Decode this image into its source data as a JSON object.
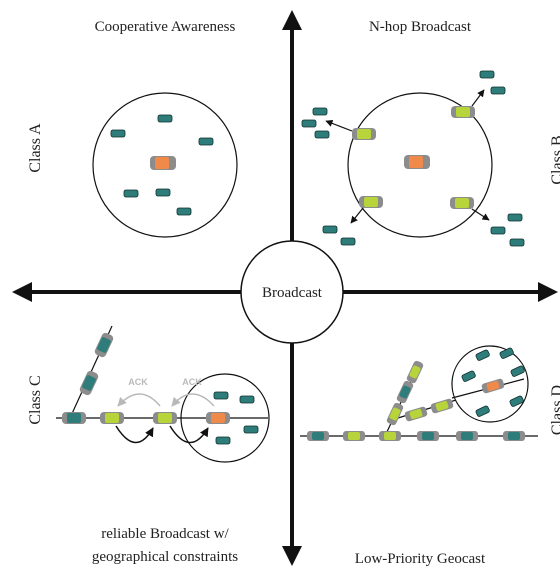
{
  "center_label": "Broadcast",
  "quadrants": {
    "top_left": {
      "title": "Cooperative Awareness"
    },
    "top_right": {
      "title": "N-hop Broadcast"
    },
    "bottom_left": {
      "title_line1": "reliable Broadcast w/",
      "title_line2": "geographical constraints"
    },
    "bottom_right": {
      "title": "Low-Priority Geocast"
    }
  },
  "class_labels": {
    "a": "Class A",
    "b": "Class B",
    "c": "Class C",
    "d": "Class D"
  },
  "ack_labels": [
    "ACK",
    "ACK"
  ],
  "colors": {
    "source_car": "#f08a4b",
    "relay_car": "#b7d43a",
    "other_car": "#2f7d7a",
    "line": "#111111",
    "ack_arrow": "#b9b9b9"
  }
}
